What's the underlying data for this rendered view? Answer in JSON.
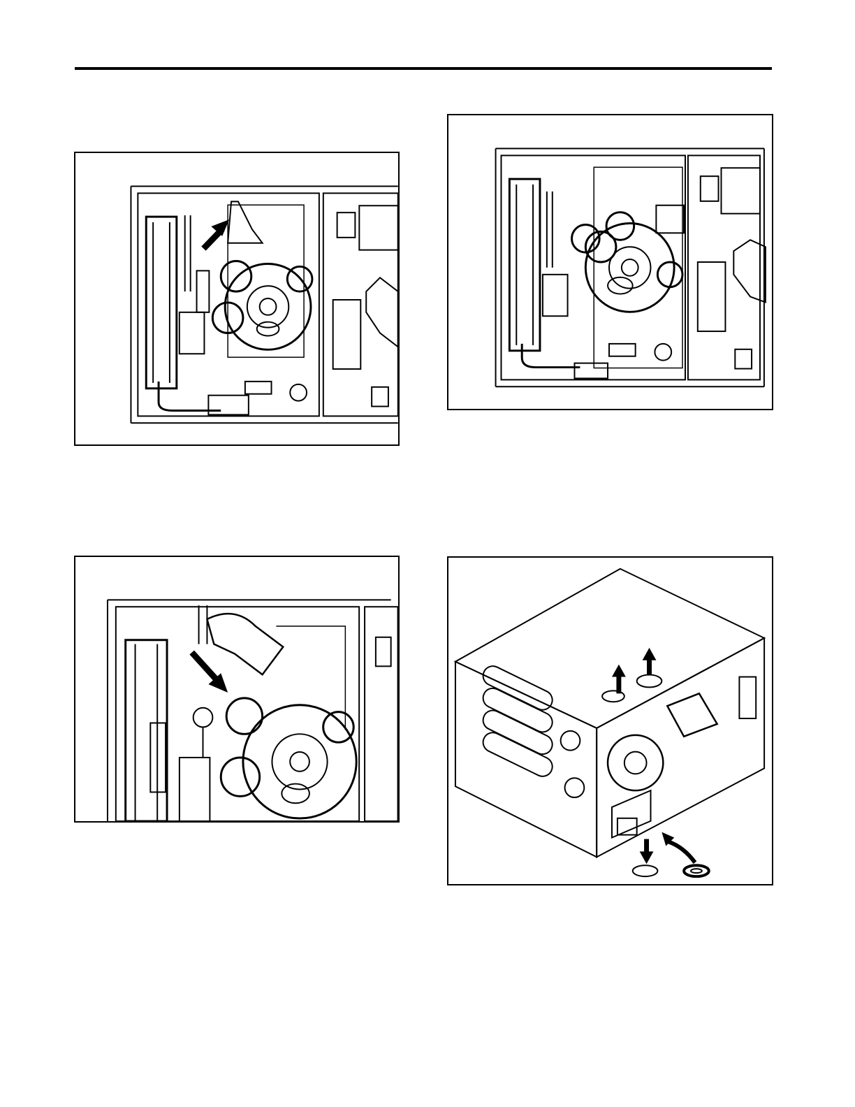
{
  "page": {
    "figures": [
      {
        "id": "fig1",
        "icons": [
          "furnace-front-panel",
          "arrow-up-right-icon"
        ]
      },
      {
        "id": "fig2",
        "icons": [
          "furnace-front-panel-rotated-blower"
        ]
      },
      {
        "id": "fig3",
        "icons": [
          "furnace-closeup-panel",
          "arrow-down-right-icon"
        ]
      },
      {
        "id": "fig4",
        "icons": [
          "furnace-cabinet-isometric",
          "arrow-up-icon",
          "arrow-down-icon",
          "plug-icon"
        ]
      }
    ],
    "colors": {
      "line": "#000000",
      "background": "#ffffff"
    }
  }
}
